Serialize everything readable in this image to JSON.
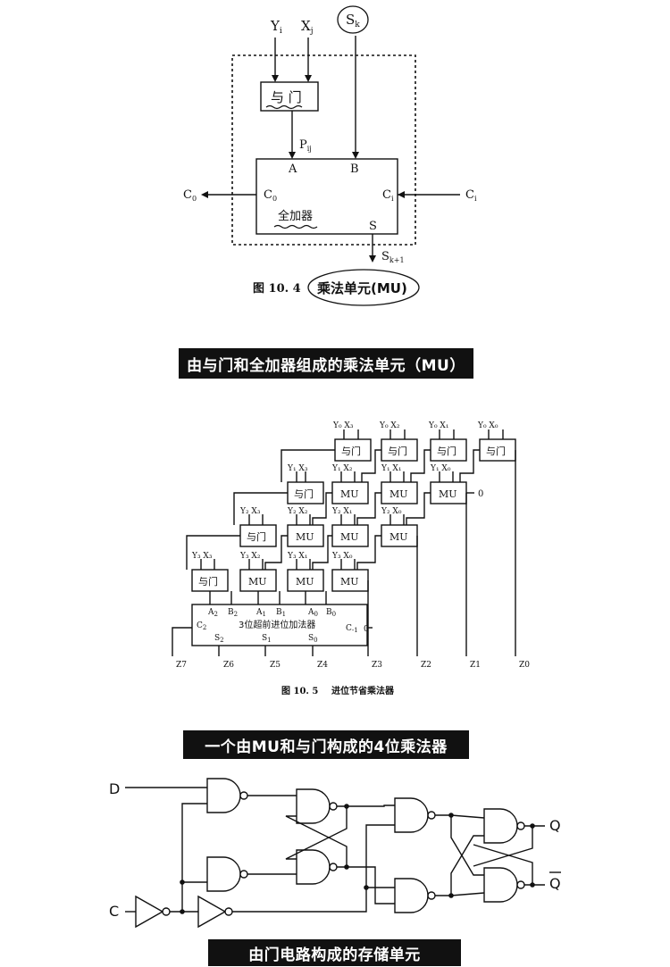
{
  "figure1": {
    "inputs": {
      "y": "Y",
      "y_sub": "i",
      "x": "X",
      "x_sub": "j",
      "s": "S",
      "s_sub": "k"
    },
    "and_gate_label": "与 门",
    "product": "P",
    "product_sub": "ij",
    "port_a": "A",
    "port_b": "B",
    "carry_out_in": "C",
    "carry_out_in_sub": "0",
    "carry_in_in": "C",
    "carry_in_in_sub": "i",
    "carry_out_ext": "C",
    "carry_out_ext_sub": "0",
    "carry_in_ext": "C",
    "carry_in_ext_sub": "i",
    "adder_label": "全加器",
    "sum_port": "S",
    "sum_out": "S",
    "sum_out_sub": "k+1",
    "caption_number": "图 10. 4",
    "caption_title": "乘法单元(MU)"
  },
  "banner1": "由与门和全加器组成的乘法单元（MU）",
  "figure2": {
    "and_label": "与门",
    "mu_label": "MU",
    "zero": "0",
    "adder_label": "3位超前进位加法器",
    "adder_ports": {
      "a2": "A",
      "a2s": "2",
      "b2": "B",
      "b2s": "2",
      "a1": "A",
      "a1s": "1",
      "b1": "B",
      "b1s": "1",
      "a0": "A",
      "a0s": "0",
      "b0": "B",
      "b0s": "0",
      "c2": "C",
      "c2s": "2",
      "cm1": "C",
      "cm1s": "-1",
      "s2": "S",
      "s2s": "2",
      "s1": "S",
      "s1s": "1",
      "s0": "S",
      "s0s": "0"
    },
    "outputs": [
      "Z7",
      "Z6",
      "Z5",
      "Z4",
      "Z3",
      "Z2",
      "Z1",
      "Z0"
    ],
    "caption_number": "图 10. 5",
    "caption_title": "进位节省乘法器"
  },
  "banner2": "一个由MU和与门构成的4位乘法器",
  "figure3": {
    "input_d": "D",
    "input_c": "C",
    "output_q": "Q",
    "output_qbar": "Q"
  },
  "banner3": "由门电路构成的存储单元"
}
